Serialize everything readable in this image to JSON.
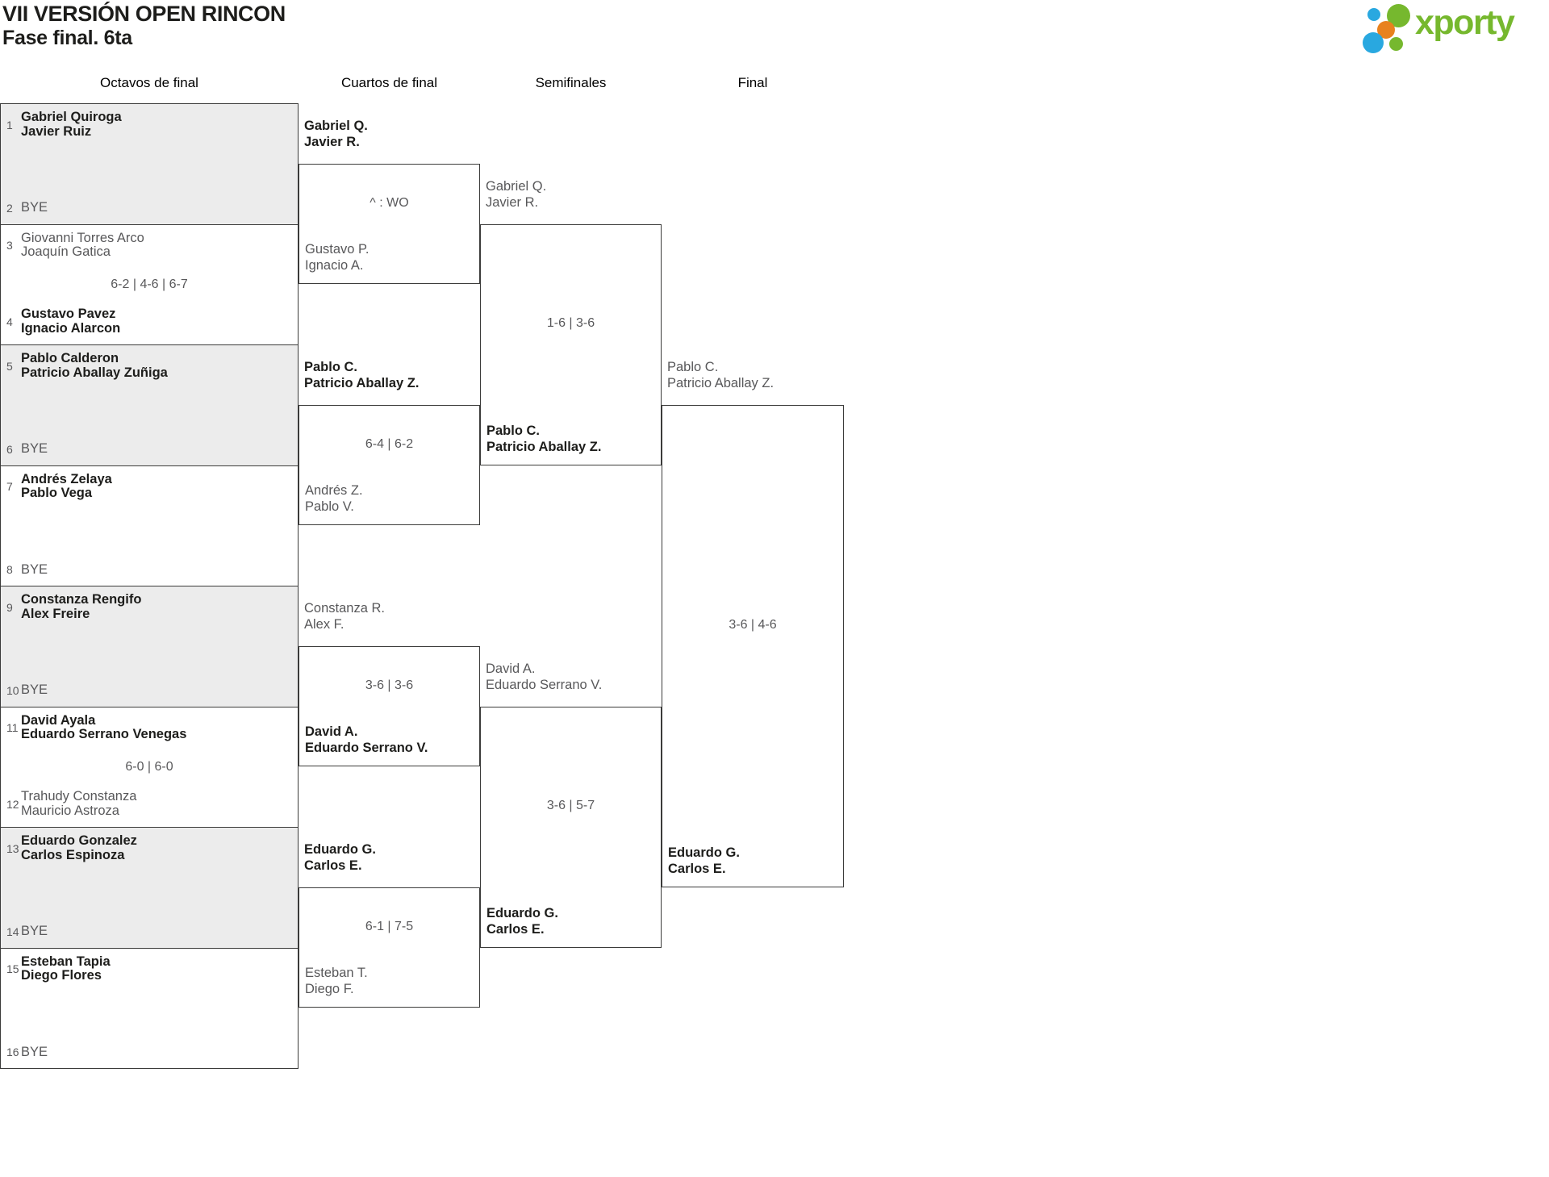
{
  "page": {
    "title": "VII VERSIÓN OPEN RINCON",
    "subtitle": "Fase final. 6ta"
  },
  "logo": {
    "text": "xporty"
  },
  "columns": [
    "Octavos de final",
    "Cuartos de final",
    "Semifinales",
    "Final"
  ],
  "colors": {
    "winner_text": "#1d1d1b",
    "muted_text": "#58585a",
    "border": "#3b3b3a",
    "shaded_box": "#ececec",
    "logo_green": "#76b82e",
    "logo_blue": "#29a8e0",
    "logo_orange": "#e8821e"
  },
  "octavos": [
    {
      "seed1": "1",
      "team1": [
        "Gabriel Quiroga",
        "Javier Ruiz"
      ],
      "t1win": true,
      "score": "",
      "seed2": "2",
      "team2": [
        "BYE"
      ],
      "t2win": false
    },
    {
      "seed1": "3",
      "team1": [
        "Giovanni Torres Arco",
        "Joaquín Gatica"
      ],
      "t1win": false,
      "score": "6-2 | 4-6 | 6-7",
      "seed2": "4",
      "team2": [
        "Gustavo Pavez",
        "Ignacio Alarcon"
      ],
      "t2win": true
    },
    {
      "seed1": "5",
      "team1": [
        "Pablo Calderon",
        "Patricio Aballay Zuñiga"
      ],
      "t1win": true,
      "score": "",
      "seed2": "6",
      "team2": [
        "BYE"
      ],
      "t2win": false
    },
    {
      "seed1": "7",
      "team1": [
        "Andrés Zelaya",
        "Pablo Vega"
      ],
      "t1win": true,
      "score": "",
      "seed2": "8",
      "team2": [
        "BYE"
      ],
      "t2win": false
    },
    {
      "seed1": "9",
      "team1": [
        "Constanza Rengifo",
        "Alex Freire"
      ],
      "t1win": true,
      "score": "",
      "seed2": "10",
      "team2": [
        "BYE"
      ],
      "t2win": false
    },
    {
      "seed1": "11",
      "team1": [
        "David Ayala",
        "Eduardo Serrano Venegas"
      ],
      "t1win": true,
      "score": "6-0 | 6-0",
      "seed2": "12",
      "team2": [
        "Trahudy Constanza",
        "Mauricio Astroza"
      ],
      "t2win": false
    },
    {
      "seed1": "13",
      "team1": [
        "Eduardo Gonzalez",
        "Carlos Espinoza"
      ],
      "t1win": true,
      "score": "",
      "seed2": "14",
      "team2": [
        "BYE"
      ],
      "t2win": false
    },
    {
      "seed1": "15",
      "team1": [
        "Esteban Tapia",
        "Diego Flores"
      ],
      "t1win": true,
      "score": "",
      "seed2": "16",
      "team2": [
        "BYE"
      ],
      "t2win": false
    }
  ],
  "cuartos": [
    {
      "team1": [
        "Gabriel Q.",
        "Javier R."
      ],
      "t1win": true,
      "score": "^ : WO",
      "team2": [
        "Gustavo P.",
        "Ignacio A."
      ],
      "t2win": false
    },
    {
      "team1": [
        "Pablo C.",
        "Patricio Aballay Z."
      ],
      "t1win": true,
      "score": "6-4 | 6-2",
      "team2": [
        "Andrés Z.",
        "Pablo V."
      ],
      "t2win": false
    },
    {
      "team1": [
        "Constanza R.",
        "Alex F."
      ],
      "t1win": false,
      "score": "3-6 | 3-6",
      "team2": [
        "David A.",
        "Eduardo Serrano V."
      ],
      "t2win": true
    },
    {
      "team1": [
        "Eduardo G.",
        "Carlos E."
      ],
      "t1win": true,
      "score": "6-1 | 7-5",
      "team2": [
        "Esteban T.",
        "Diego F."
      ],
      "t2win": false
    }
  ],
  "semifinales": [
    {
      "team1": [
        "Gabriel Q.",
        "Javier R."
      ],
      "t1win": false,
      "score": "1-6 | 3-6",
      "team2": [
        "Pablo C.",
        "Patricio Aballay Z."
      ],
      "t2win": true
    },
    {
      "team1": [
        "David A.",
        "Eduardo Serrano V."
      ],
      "t1win": false,
      "score": "3-6 | 5-7",
      "team2": [
        "Eduardo G.",
        "Carlos E."
      ],
      "t2win": true
    }
  ],
  "final": [
    {
      "team1": [
        "Pablo C.",
        "Patricio Aballay Z."
      ],
      "t1win": false,
      "score": "3-6 | 4-6",
      "team2": [
        "Eduardo G.",
        "Carlos E."
      ],
      "t2win": true
    }
  ]
}
